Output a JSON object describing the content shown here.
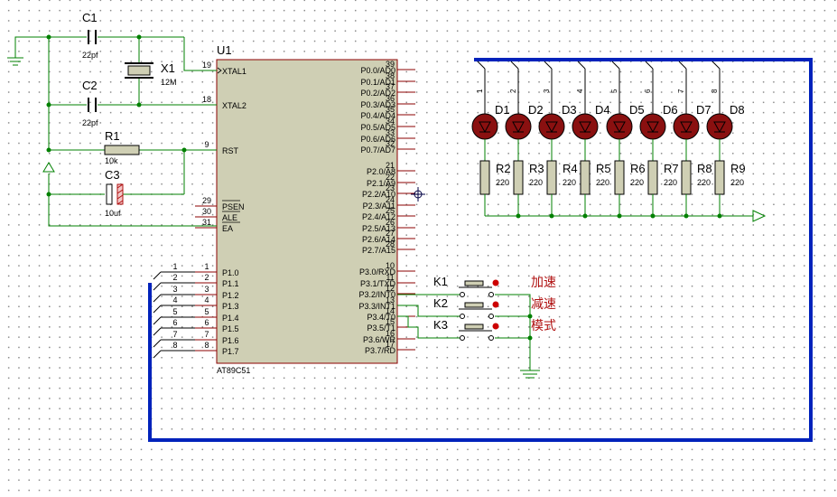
{
  "chip": {
    "ref": "U1",
    "part": "AT89C51",
    "left_pins": [
      {
        "num": "19",
        "name": "XTAL1"
      },
      {
        "num": "18",
        "name": "XTAL2"
      },
      {
        "num": "9",
        "name": "RST"
      },
      {
        "num": "29",
        "name": "PSEN"
      },
      {
        "num": "30",
        "name": "ALE"
      },
      {
        "num": "31",
        "name": "EA"
      },
      {
        "num": "1",
        "name": "P1.0"
      },
      {
        "num": "2",
        "name": "P1.1"
      },
      {
        "num": "3",
        "name": "P1.2"
      },
      {
        "num": "4",
        "name": "P1.3"
      },
      {
        "num": "5",
        "name": "P1.4"
      },
      {
        "num": "6",
        "name": "P1.5"
      },
      {
        "num": "7",
        "name": "P1.6"
      },
      {
        "num": "8",
        "name": "P1.7"
      }
    ],
    "right_pins": [
      {
        "num": "39",
        "name": "P0.0/AD0"
      },
      {
        "num": "38",
        "name": "P0.1/AD1"
      },
      {
        "num": "37",
        "name": "P0.2/AD2"
      },
      {
        "num": "36",
        "name": "P0.3/AD3"
      },
      {
        "num": "35",
        "name": "P0.4/AD4"
      },
      {
        "num": "34",
        "name": "P0.5/AD5"
      },
      {
        "num": "33",
        "name": "P0.6/AD6"
      },
      {
        "num": "32",
        "name": "P0.7/AD7"
      },
      {
        "num": "21",
        "name": "P2.0/A8"
      },
      {
        "num": "22",
        "name": "P2.1/A9"
      },
      {
        "num": "23",
        "name": "P2.2/A10"
      },
      {
        "num": "24",
        "name": "P2.3/A11"
      },
      {
        "num": "25",
        "name": "P2.4/A12"
      },
      {
        "num": "26",
        "name": "P2.5/A13"
      },
      {
        "num": "27",
        "name": "P2.6/A14"
      },
      {
        "num": "28",
        "name": "P2.7/A15"
      },
      {
        "num": "10",
        "name": "P3.0/RXD"
      },
      {
        "num": "11",
        "name": "P3.1/TXD"
      },
      {
        "num": "12",
        "name": "P3.2/INT0"
      },
      {
        "num": "13",
        "name": "P3.3/INT1"
      },
      {
        "num": "14",
        "name": "P3.4/T0"
      },
      {
        "num": "15",
        "name": "P3.5/T1"
      },
      {
        "num": "16",
        "name": "P3.6/WR"
      },
      {
        "num": "17",
        "name": "P3.7/RD"
      }
    ]
  },
  "bus_numbers": [
    "1",
    "2",
    "3",
    "4",
    "5",
    "6",
    "7",
    "8"
  ],
  "components": {
    "c1": {
      "ref": "C1",
      "value": "22pf"
    },
    "c2": {
      "ref": "C2",
      "value": "22pf"
    },
    "c3": {
      "ref": "C3",
      "value": "10uf"
    },
    "x1": {
      "ref": "X1",
      "value": "12M"
    },
    "r1": {
      "ref": "R1",
      "value": "10k"
    }
  },
  "leds": [
    {
      "ref": "D1",
      "bus": "1"
    },
    {
      "ref": "D2",
      "bus": "2"
    },
    {
      "ref": "D3",
      "bus": "3"
    },
    {
      "ref": "D4",
      "bus": "4"
    },
    {
      "ref": "D5",
      "bus": "5"
    },
    {
      "ref": "D6",
      "bus": "6"
    },
    {
      "ref": "D7",
      "bus": "7"
    },
    {
      "ref": "D8",
      "bus": "8"
    }
  ],
  "resistors": [
    {
      "ref": "R2",
      "value": "220"
    },
    {
      "ref": "R3",
      "value": "220"
    },
    {
      "ref": "R4",
      "value": "220"
    },
    {
      "ref": "R5",
      "value": "220"
    },
    {
      "ref": "R6",
      "value": "220"
    },
    {
      "ref": "R7",
      "value": "220"
    },
    {
      "ref": "R8",
      "value": "220"
    },
    {
      "ref": "R9",
      "value": "220"
    }
  ],
  "switches": [
    {
      "ref": "K1",
      "label": "加速"
    },
    {
      "ref": "K2",
      "label": "减速"
    },
    {
      "ref": "K3",
      "label": "模式"
    }
  ],
  "colors": {
    "wire": "#008000",
    "outline": "#8b0000",
    "chip_fill": "#cfcfb4",
    "bus": "#0022bb",
    "led_fill": "#8a1010",
    "label_red": "#b01010",
    "text": "#000000"
  }
}
